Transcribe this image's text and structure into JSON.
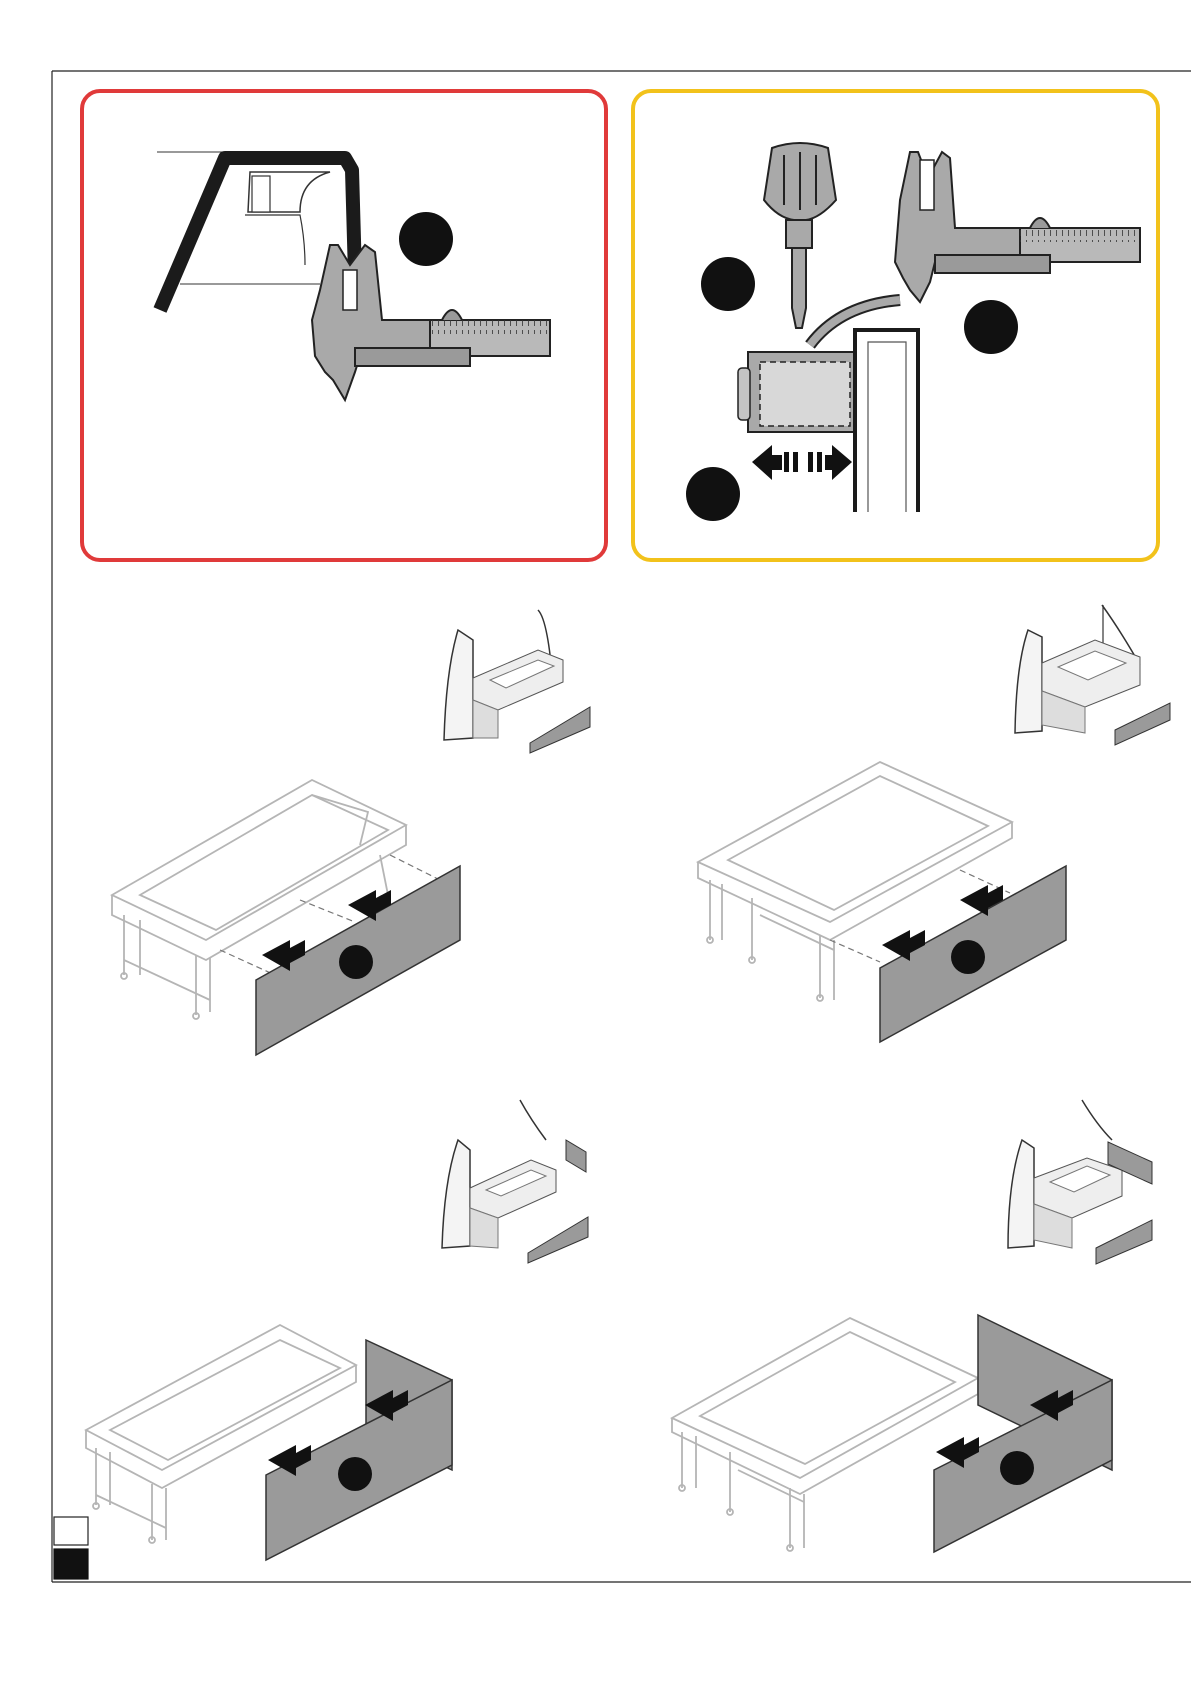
{
  "page": {
    "type": "bathtub-panel-installation-diagram"
  },
  "colors": {
    "frame_line": "#222222",
    "panel_red": "#e03a3a",
    "panel_yellow": "#f2c21b",
    "tool_gray": "#a9a9a9",
    "panel_gray": "#9a9a9a",
    "tub_line": "#b5b5b5",
    "marker": "#111111"
  },
  "figures": [
    {
      "id": "caliper-rim-measurement",
      "icons": [
        "caliper-icon",
        "tub-rim-profile-icon"
      ],
      "markers": 1
    },
    {
      "id": "clip-adjustment",
      "icons": [
        "screwdriver-icon",
        "caliper-icon",
        "clip-block-icon",
        "adjust-arrows-icon"
      ],
      "markers": 3
    },
    {
      "id": "rect-tub-front-panel",
      "icons": [
        "corner-tub-thumbnail-icon",
        "bathtub-icon",
        "panel-icon",
        "insert-arrow-icon"
      ],
      "markers": 1
    },
    {
      "id": "square-tub-front-panel",
      "icons": [
        "corner-tub-thumbnail-icon",
        "bathtub-icon",
        "panel-icon",
        "insert-arrow-icon"
      ],
      "markers": 1
    },
    {
      "id": "rect-tub-l-panels",
      "icons": [
        "corner-tub-thumbnail-icon",
        "bathtub-icon",
        "panel-icon",
        "insert-arrow-icon"
      ],
      "markers": 1
    },
    {
      "id": "square-tub-l-panels",
      "icons": [
        "corner-tub-thumbnail-icon",
        "bathtub-icon",
        "panel-icon",
        "insert-arrow-icon"
      ],
      "markers": 1
    }
  ],
  "page_swatches": [
    "white",
    "black"
  ]
}
